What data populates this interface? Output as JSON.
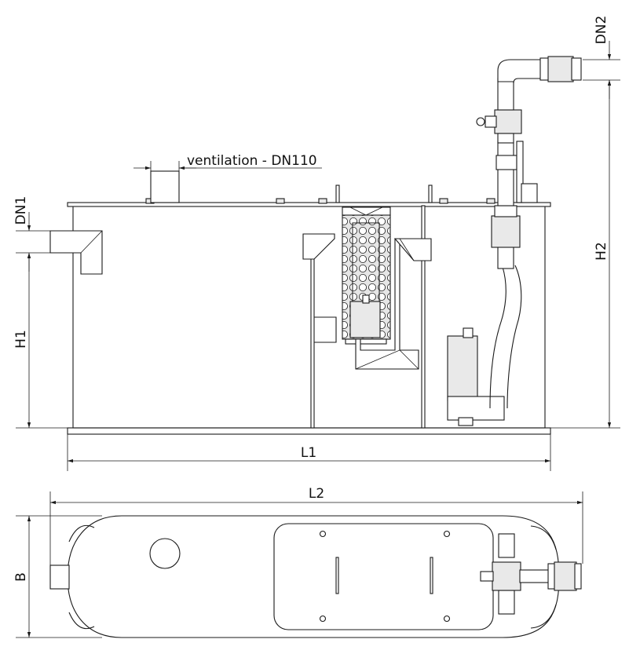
{
  "labels": {
    "ventilation": "ventilation - DN110",
    "dn1": "DN1",
    "dn2": "DN2",
    "h1": "H1",
    "h2": "H2",
    "l1": "L1",
    "l2": "L2",
    "b": "B"
  },
  "colors": {
    "line": "#1a1a1a",
    "fill_light": "#e9e9e9",
    "fill_mid": "#d6d6d6",
    "background": "#ffffff"
  }
}
